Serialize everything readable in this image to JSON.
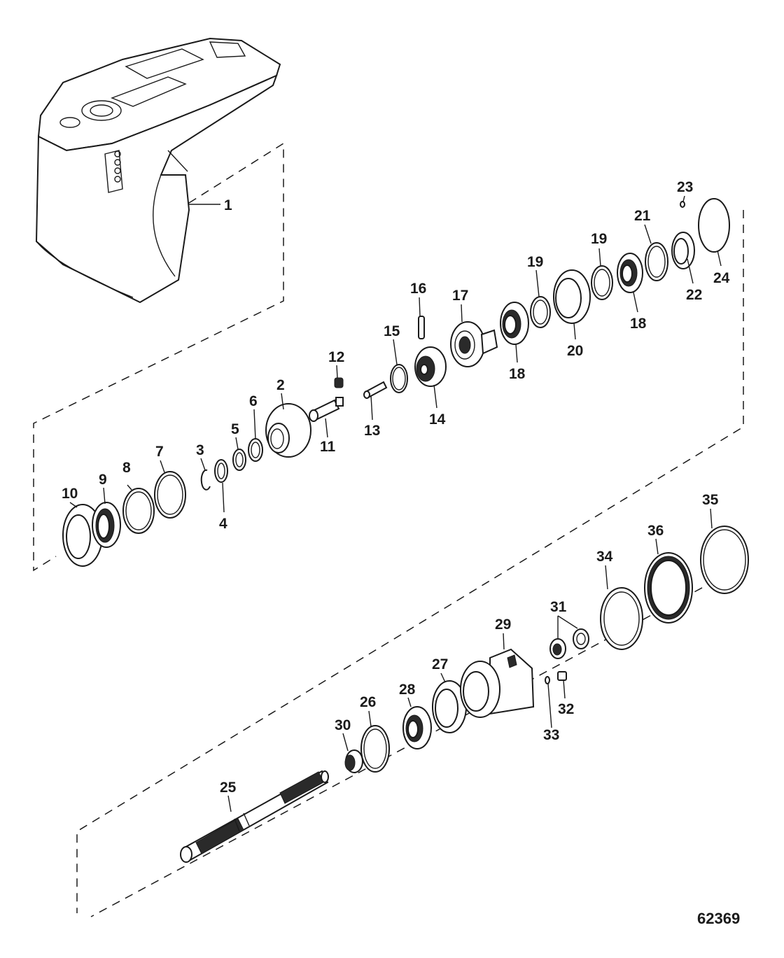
{
  "diagram": {
    "callouts": [
      "1",
      "2",
      "3",
      "4",
      "5",
      "6",
      "7",
      "8",
      "9",
      "10",
      "11",
      "12",
      "13",
      "14",
      "15",
      "16",
      "17",
      "18",
      "18",
      "19",
      "19",
      "20",
      "21",
      "22",
      "23",
      "24",
      "25",
      "26",
      "27",
      "28",
      "29",
      "30",
      "31",
      "32",
      "33",
      "34",
      "35",
      "36"
    ],
    "figure_number": "62369"
  }
}
